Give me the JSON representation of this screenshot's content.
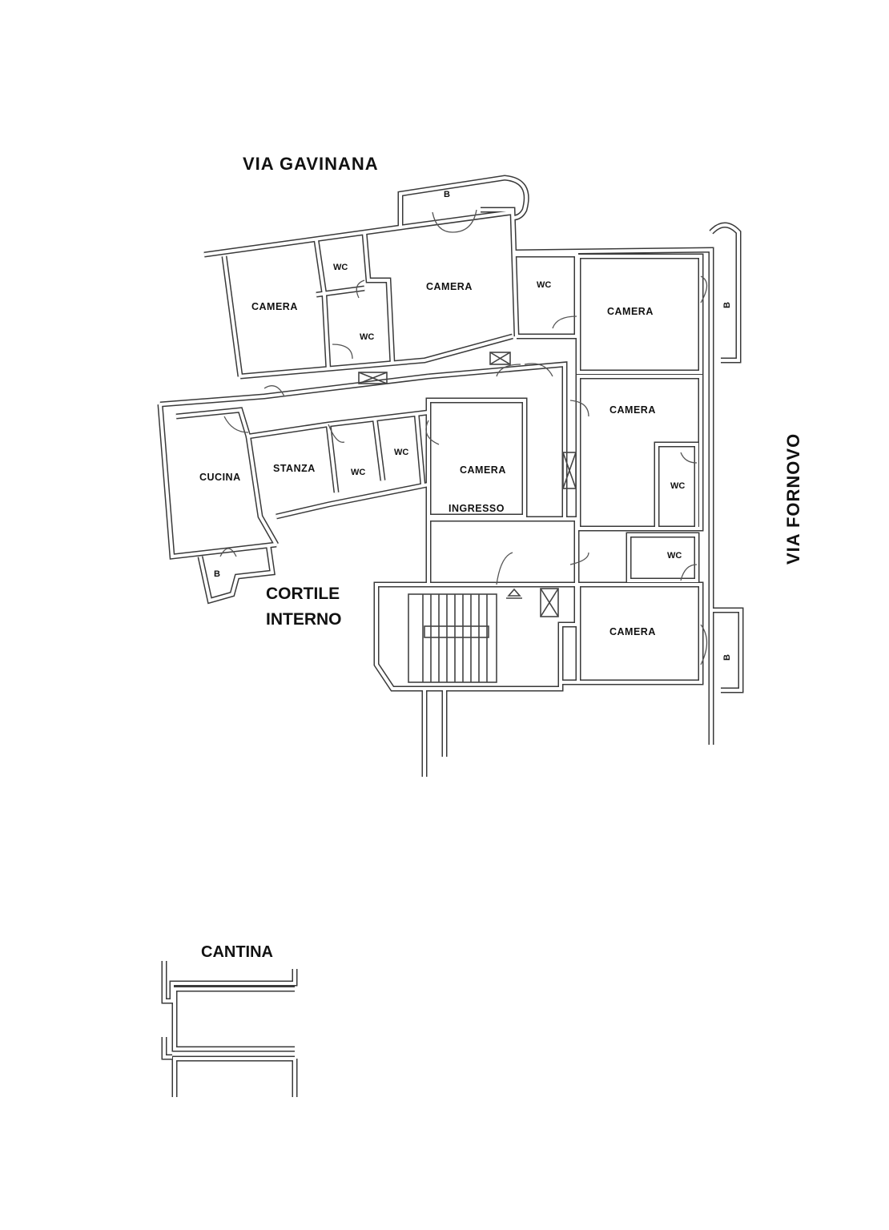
{
  "streets": {
    "top": "VIA GAVINANA",
    "right": "VIA FORNOVO"
  },
  "courtyard": {
    "line1": "CORTILE",
    "line2": "INTERNO"
  },
  "rooms": {
    "camera_top_left": "CAMERA",
    "wc_top_1": "WC",
    "wc_top_2": "WC",
    "camera_top_center": "CAMERA",
    "wc_top_right": "WC",
    "camera_top_right": "CAMERA",
    "cucina": "CUCINA",
    "stanza": "STANZA",
    "wc_mid_1": "WC",
    "wc_mid_2": "WC",
    "camera_mid": "CAMERA",
    "camera_right_mid": "CAMERA",
    "wc_right_mid": "WC",
    "ingresso": "INGRESSO",
    "wc_right_low": "WC",
    "camera_right_low": "CAMERA"
  },
  "balconies": {
    "top": "B",
    "right_top": "B",
    "right_low": "B",
    "bottom_left": "B"
  },
  "cantina": "CANTINA"
}
